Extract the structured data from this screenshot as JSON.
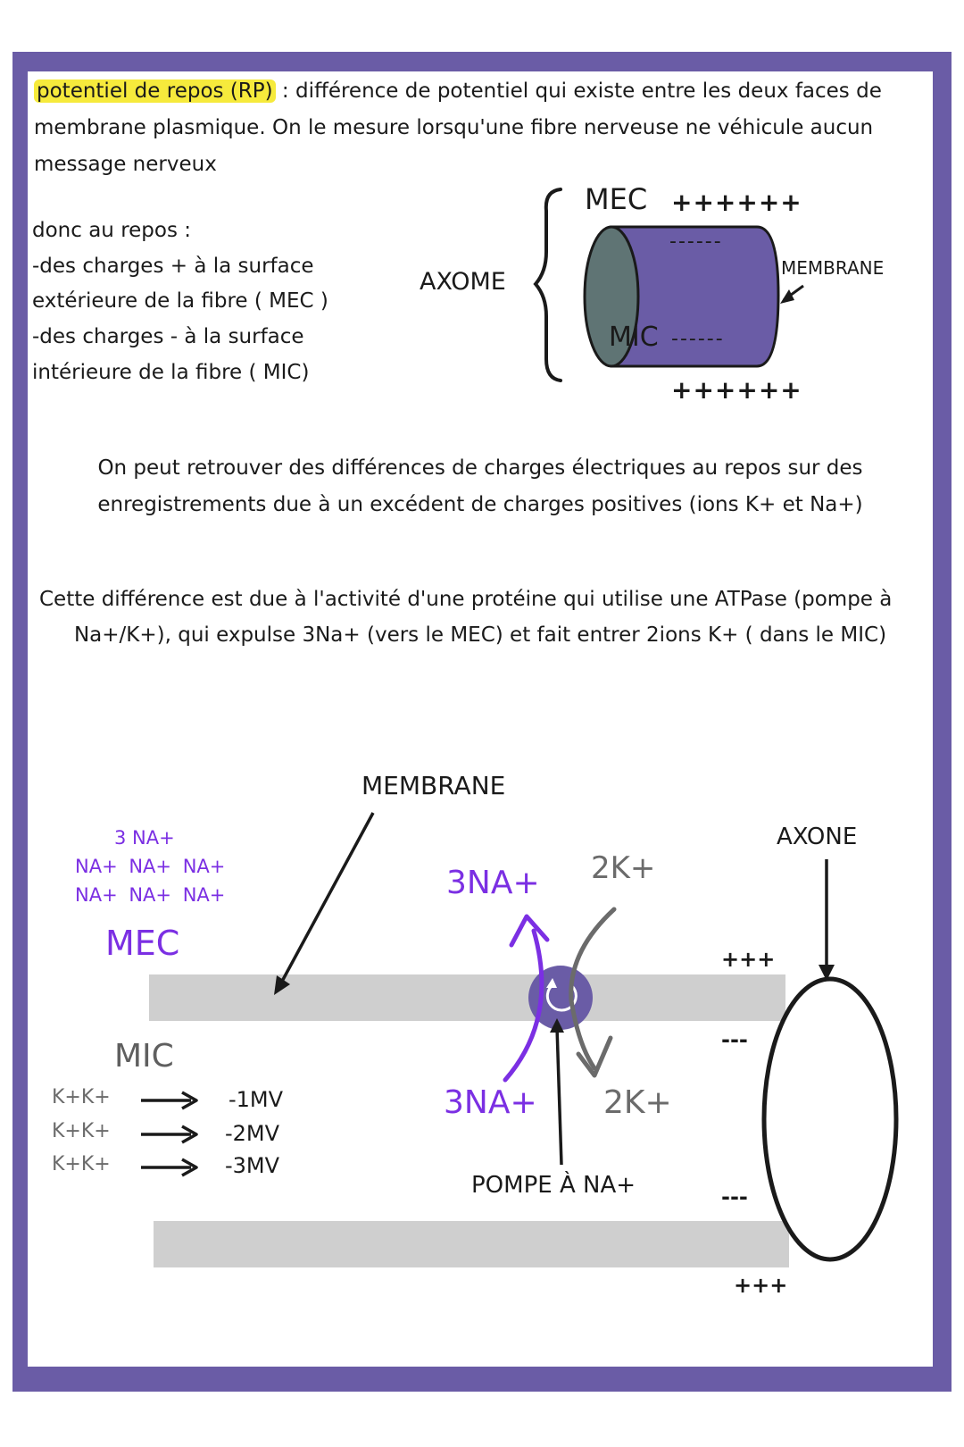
{
  "definition": {
    "term": "potentiel de repos (RP)",
    "line1_rest": " : différence de potentiel qui existe entre les deux faces de",
    "line2": "membrane plasmique. On le mesure lorsqu'une fibre nerveuse ne véhicule aucun",
    "line3": "message nerveux"
  },
  "rest": {
    "lines": [
      "donc au repos :",
      "-des charges + à la surface",
      "extérieure de la fibre ( MEC )",
      "-des charges - à la surface",
      "intérieure de la fibre ( MIC)"
    ]
  },
  "axon_diagram": {
    "axome_label": "AXOME",
    "mec_label": "MEC",
    "mec_charges": "++++++",
    "top_minus": "------",
    "membrane_label": "MEMBRANE",
    "mic_label": "MIC",
    "mic_minus": "------",
    "bottom_charges": "++++++"
  },
  "paragraph2": {
    "line1": "On peut retrouver des différences de charges électriques au repos sur des",
    "line2": "enregistrements due à un excédent de charges positives (ions K+ et Na+)"
  },
  "paragraph3": {
    "line1": "Cette différence est due à l'activité d'une protéine qui utilise une ATPase (pompe à",
    "line2": "Na+/K+), qui expulse 3Na+ (vers le MEC) et fait entrer 2ions K+ ( dans le MIC)"
  },
  "pump_diagram": {
    "membrane_label": "MEMBRANE",
    "na_title": "3 NA+",
    "na_row1": "NA+ NA+ NA+",
    "na_row2": "NA+ NA+ NA+",
    "mec_label": "MEC",
    "mic_label": "MIC",
    "k_rows": [
      {
        "ions": "K+K+",
        "value": "-1MV"
      },
      {
        "ions": "K+K+",
        "value": "-2MV"
      },
      {
        "ions": "K+K+",
        "value": "-3MV"
      }
    ],
    "na_out": "3NA+",
    "k_in": "2K+",
    "na_in": "3NA+",
    "k_out": "2K+",
    "pump_label": "POMPE À NA+",
    "axone_label": "AXONE",
    "plus_top": "+++",
    "minus_top": "---",
    "minus_bottom": "---",
    "plus_bottom": "+++"
  },
  "colors": {
    "frame": "#6a5ca6",
    "purple": "#7b2fe3",
    "cylinder": "#6a5ca6",
    "cylinder_end": "#5f7474",
    "membrane": "#cfcfcf",
    "highlight": "#f6ea3c"
  }
}
